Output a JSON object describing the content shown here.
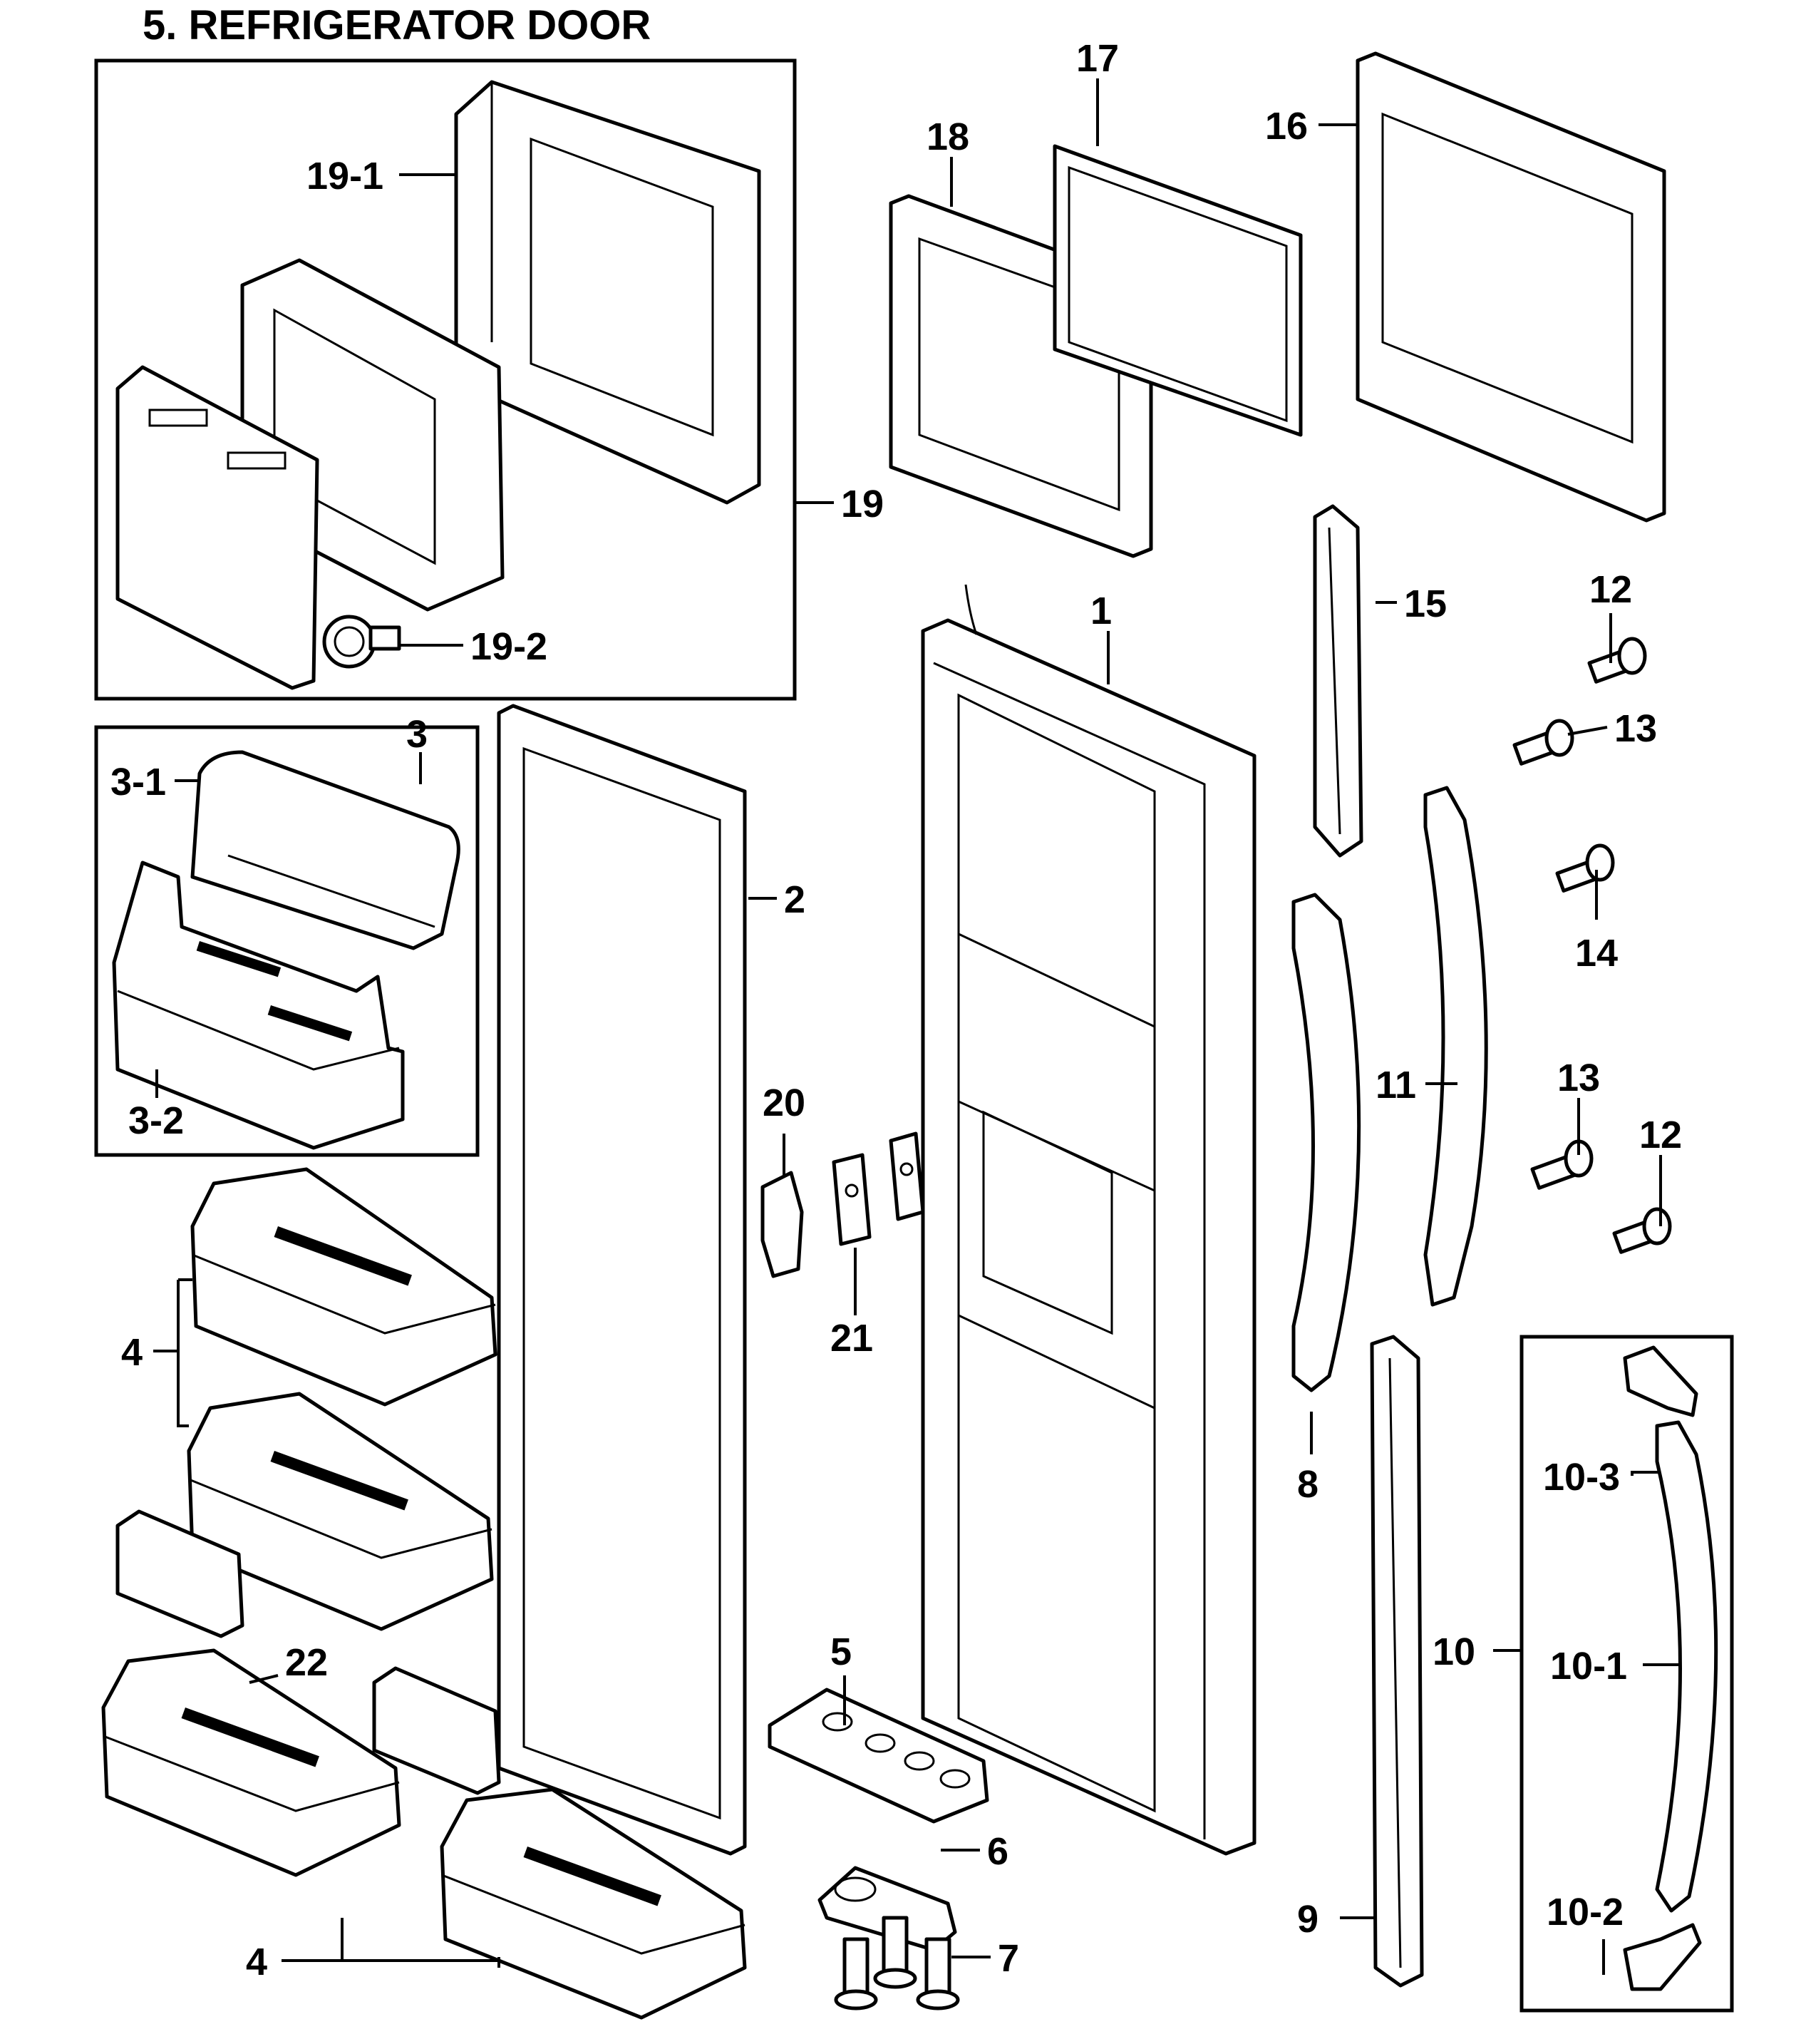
{
  "title": "5. REFRIGERATOR DOOR",
  "labels": {
    "p1": "1",
    "p2": "2",
    "p3": "3",
    "p3_1": "3-1",
    "p3_2": "3-2",
    "p4_a": "4",
    "p4_b": "4",
    "p5": "5",
    "p6": "6",
    "p7": "7",
    "p8": "8",
    "p9": "9",
    "p10": "10",
    "p10_1": "10-1",
    "p10_2": "10-2",
    "p10_3": "10-3",
    "p11": "11",
    "p12_a": "12",
    "p12_b": "12",
    "p13_a": "13",
    "p13_b": "13",
    "p14": "14",
    "p15": "15",
    "p16": "16",
    "p17": "17",
    "p18": "18",
    "p19": "19",
    "p19_1": "19-1",
    "p19_2": "19-2",
    "p20": "20",
    "p21": "21",
    "p22": "22"
  }
}
